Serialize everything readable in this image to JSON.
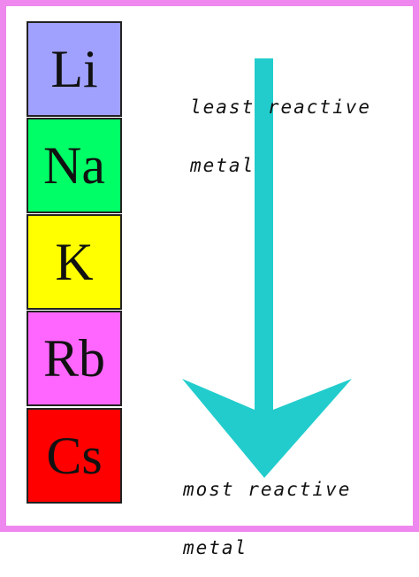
{
  "elements": [
    {
      "symbol": "Li",
      "color": "#a0a0ff"
    },
    {
      "symbol": "Na",
      "color": "#00ff66"
    },
    {
      "symbol": "K",
      "color": "#ffff00"
    },
    {
      "symbol": "Rb",
      "color": "#ff66ff"
    },
    {
      "symbol": "Cs",
      "color": "#ff0000"
    }
  ],
  "labels": {
    "top_line1": "least reactive",
    "top_line2": "metal",
    "bottom_line1": "most reactive",
    "bottom_line2": "metal"
  },
  "arrow": {
    "color": "#22cccc",
    "direction": "down"
  },
  "border_color": "#ee88ee"
}
